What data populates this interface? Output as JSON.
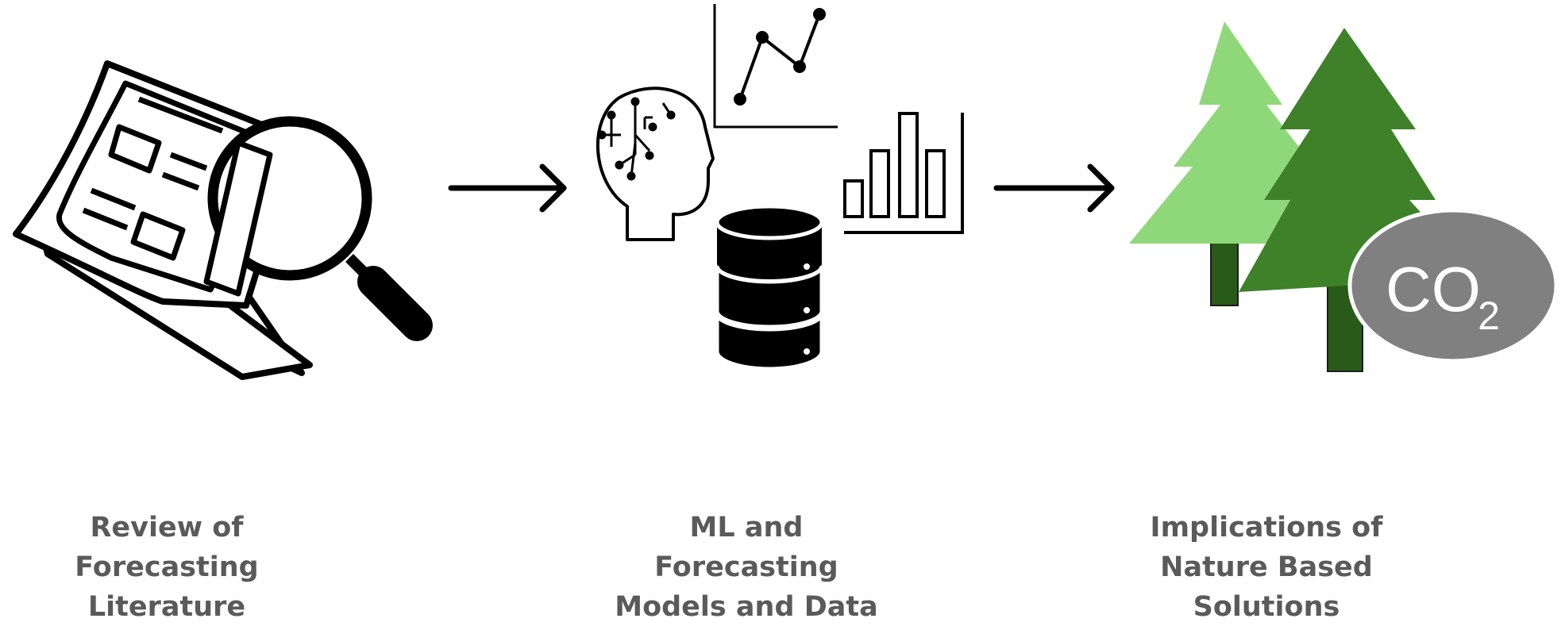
{
  "steps": [
    {
      "lines": [
        "Review of",
        "Forecasting",
        "Literature"
      ],
      "icon": "magnifier-documents-icon"
    },
    {
      "lines": [
        "ML and",
        "Forecasting",
        "Models and Data"
      ],
      "icon": "ai-models-data-icon"
    },
    {
      "lines": [
        "Implications of",
        "Nature Based",
        "Solutions"
      ],
      "icon": "trees-co2-icon"
    }
  ],
  "co2_badge": {
    "main": "CO",
    "subscript": "2"
  },
  "colors": {
    "caption": "#5a5a5a",
    "light_tree": "#8fd87a",
    "dark_tree": "#3e8128",
    "trunk": "#285a18",
    "co2_badge": "#808080",
    "ink": "#000000"
  }
}
